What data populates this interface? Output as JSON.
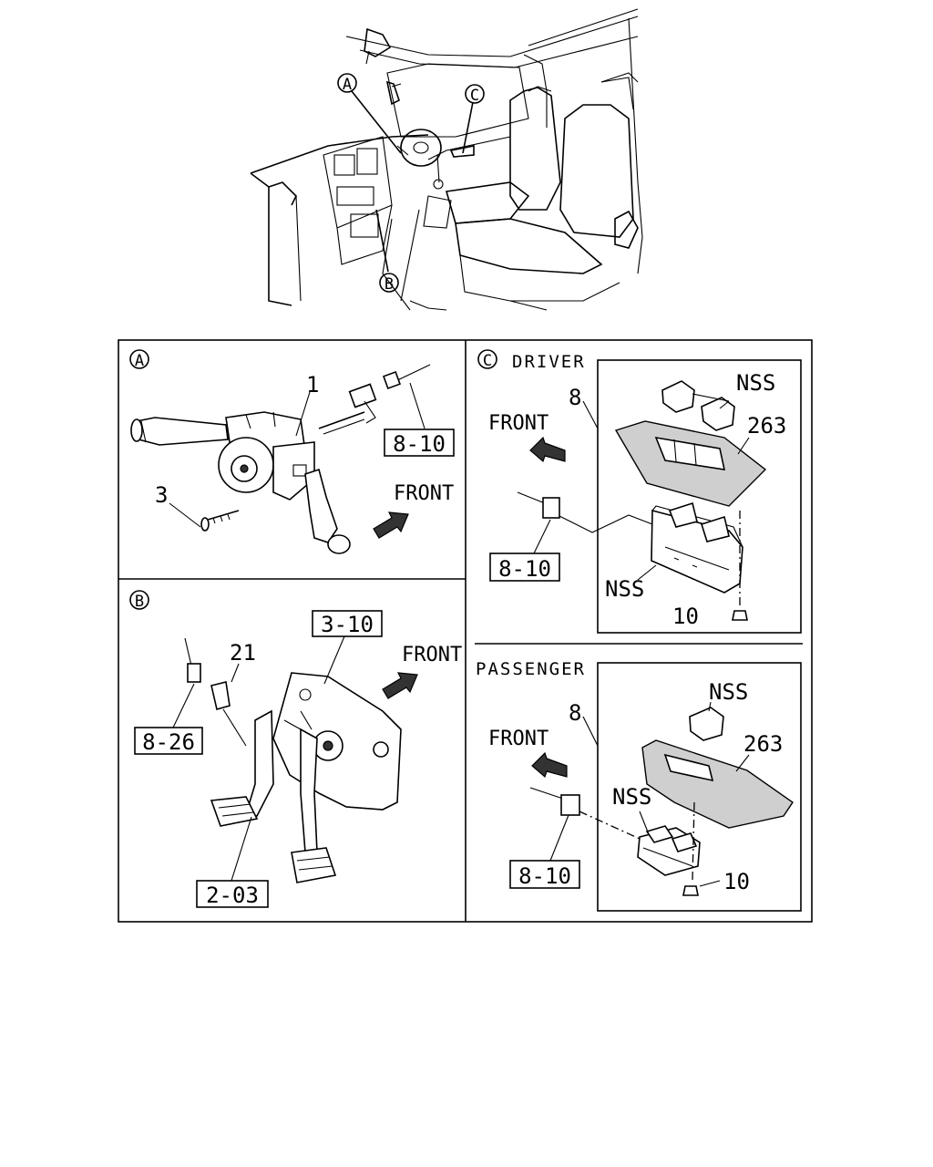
{
  "callouts": {
    "a": "A",
    "b": "B",
    "c": "C"
  },
  "panel_a": {
    "marker": "A",
    "part_1": "1",
    "part_3": "3",
    "ref_8_10": "8-10",
    "front": "FRONT"
  },
  "panel_b": {
    "marker": "B",
    "part_21": "21",
    "ref_3_10": "3-10",
    "ref_8_26": "8-26",
    "ref_2_03": "2-03",
    "front": "FRONT"
  },
  "panel_c": {
    "marker": "C",
    "driver": {
      "title": "DRIVER",
      "part_8": "8",
      "nss_top": "NSS",
      "part_263": "263",
      "front": "FRONT",
      "ref_8_10": "8-10",
      "nss_bottom": "NSS",
      "part_10": "10"
    },
    "passenger": {
      "title": "PASSENGER",
      "part_8": "8",
      "nss_top": "NSS",
      "part_263": "263",
      "front": "FRONT",
      "nss_bottom": "NSS",
      "ref_8_10": "8-10",
      "part_10": "10"
    }
  }
}
